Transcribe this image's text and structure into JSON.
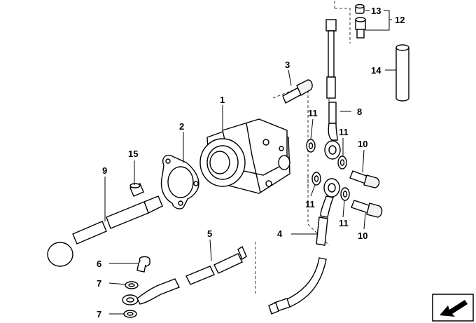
{
  "callouts": {
    "c1": "1",
    "c2": "2",
    "c3": "3",
    "c4": "4",
    "c5": "5",
    "c6": "6",
    "c7a": "7",
    "c7b": "7",
    "c8": "8",
    "c9": "9",
    "c10a": "10",
    "c10b": "10",
    "c11a": "11",
    "c11b": "11",
    "c11c": "11",
    "c11d": "11",
    "c12": "12",
    "c13": "13",
    "c14": "14",
    "c15": "15"
  },
  "colors": {
    "line": "#000000",
    "background": "#ffffff",
    "arrow_box": "#000000"
  },
  "icons": {
    "corner": "direction-arrow-icon"
  }
}
